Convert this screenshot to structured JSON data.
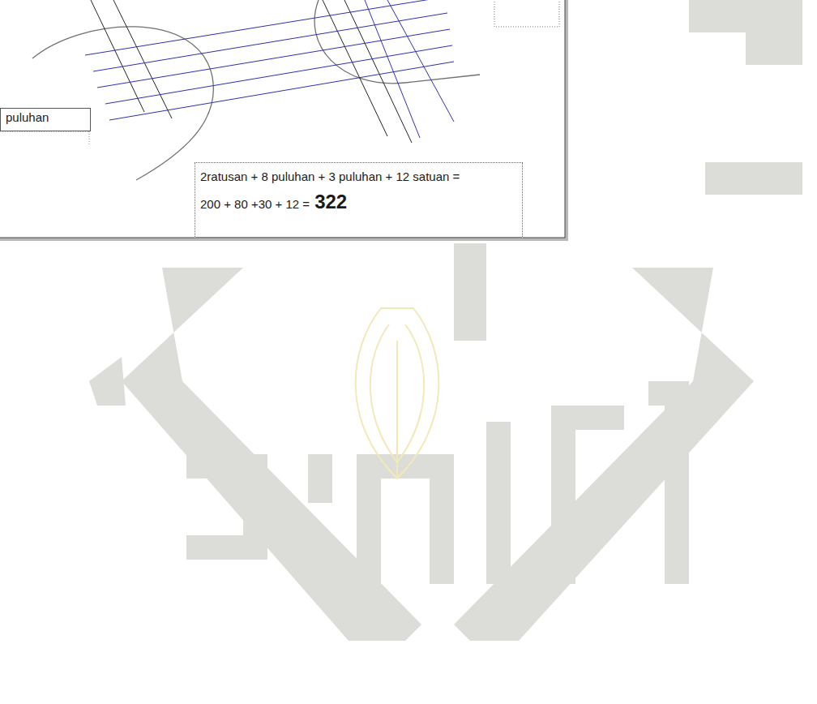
{
  "diagram": {
    "nodes": [
      {
        "text": [
          "puluhan"
        ]
      },
      {
        "text": [
          "2ratusan + 8 puluhan + 3 puluhan + 12 satuan =",
          "200 + 80 +30 + 12 =",
          "322"
        ]
      }
    ]
  }
}
